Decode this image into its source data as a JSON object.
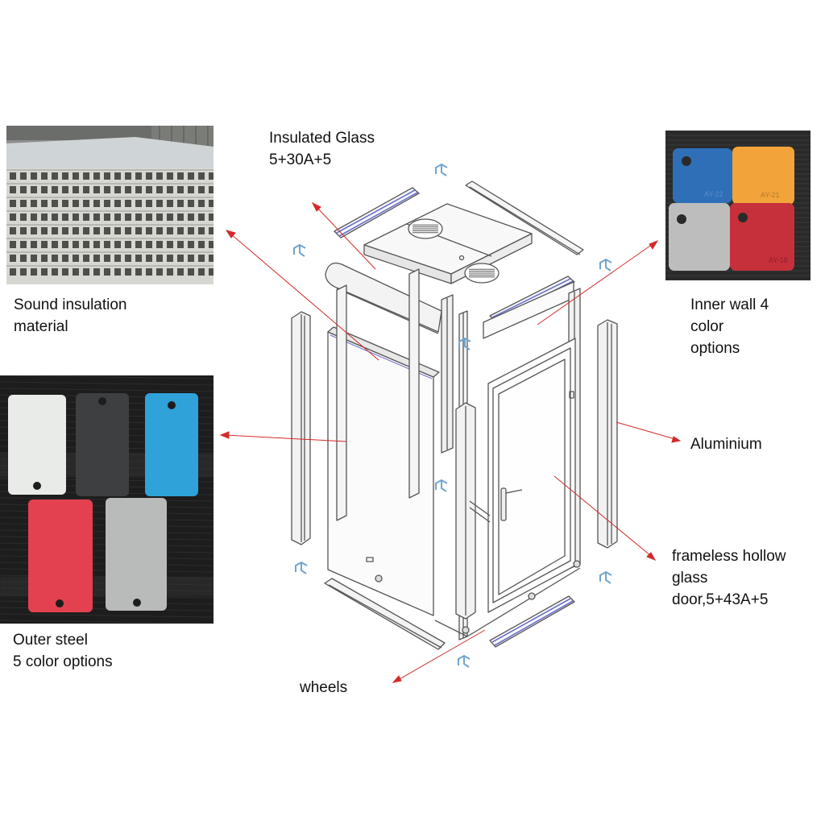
{
  "labels": {
    "insulated_glass": [
      "Insulated Glass",
      "5+30A+5"
    ],
    "sound_insulation": [
      "Sound insulation",
      "material"
    ],
    "inner_wall": [
      "Inner wall 4",
      "color",
      "options"
    ],
    "aluminium": [
      "Aluminium"
    ],
    "outer_steel": [
      "Outer steel",
      "5 color options"
    ],
    "frameless_door": [
      "frameless hollow",
      "glass",
      "door,5+43A+5"
    ],
    "wheels": [
      "wheels"
    ]
  },
  "colors": {
    "arrow": "#d42a2a",
    "outline": "#555555",
    "rail_highlight": "#6a6fc8",
    "connector": "#6fa5cf",
    "felt_blue": "#2e6fb8",
    "felt_orange": "#f2a43a",
    "felt_gray": "#bdbdbd",
    "felt_red": "#c6303a",
    "steel_white": "#e9ebe8",
    "steel_black": "#3e3f41",
    "steel_blue": "#2ea2d9",
    "steel_red": "#e3414f",
    "steel_gray": "#b9bbbb"
  },
  "felt_swatch_codes": [
    "AY-22",
    "AY-21",
    "AY-18"
  ]
}
